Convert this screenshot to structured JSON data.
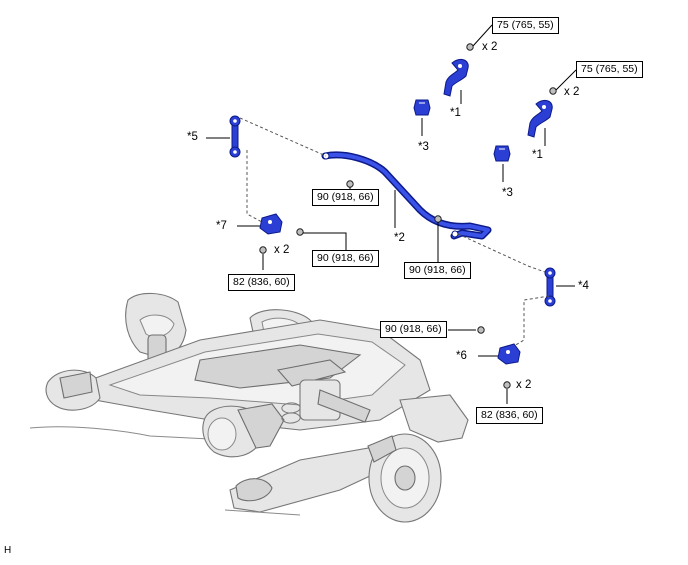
{
  "figure_code": "H",
  "torque": {
    "t75": "75 (765, 55)",
    "t90": "90 (918, 66)",
    "t82": "82 (836, 60)"
  },
  "qty": "x 2",
  "parts": {
    "p1": "*1",
    "p2": "*2",
    "p3": "*3",
    "p4": "*4",
    "p5": "*5",
    "p6": "*6",
    "p7": "*7"
  },
  "colors": {
    "part_fill": "#2b3fd4",
    "part_outline": "#0c1a8a",
    "assembly_gray": "#e6e6e6"
  }
}
